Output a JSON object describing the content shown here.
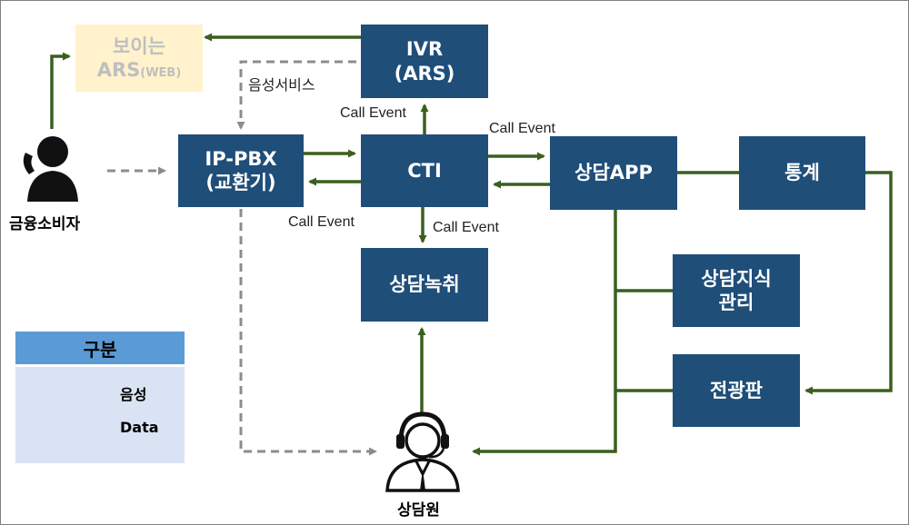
{
  "nodes": {
    "visible_ars": {
      "line1": "보이는",
      "line2": "ARS",
      "line2_sub": "(WEB)"
    },
    "ivr": {
      "line1": "IVR",
      "line2": "(ARS)"
    },
    "ip_pbx": {
      "line1": "IP-PBX",
      "line2": "(교환기)"
    },
    "cti": {
      "label": "CTI"
    },
    "counsel_app": {
      "label": "상담APP"
    },
    "stats": {
      "label": "통계"
    },
    "recording": {
      "label": "상담녹취"
    },
    "knowledge": {
      "line1": "상담지식",
      "line2": "관리"
    },
    "board": {
      "label": "전광판"
    }
  },
  "people": {
    "consumer": "금융소비자",
    "agent": "상담원"
  },
  "edge_labels": {
    "voice_service": "음성서비스",
    "call_event_ivr": "Call Event",
    "call_event_app": "Call Event",
    "call_event_pbx": "Call Event",
    "call_event_rec": "Call Event"
  },
  "legend": {
    "title": "구분",
    "voice": "음성",
    "data": "Data"
  },
  "colors": {
    "box": "#1f4e79",
    "box_light": "#fff2cc",
    "data_line": "#3a5f1e",
    "voice_line": "#8c8c8c",
    "legend_head": "#5b9bd5",
    "legend_body": "#dae3f3"
  }
}
